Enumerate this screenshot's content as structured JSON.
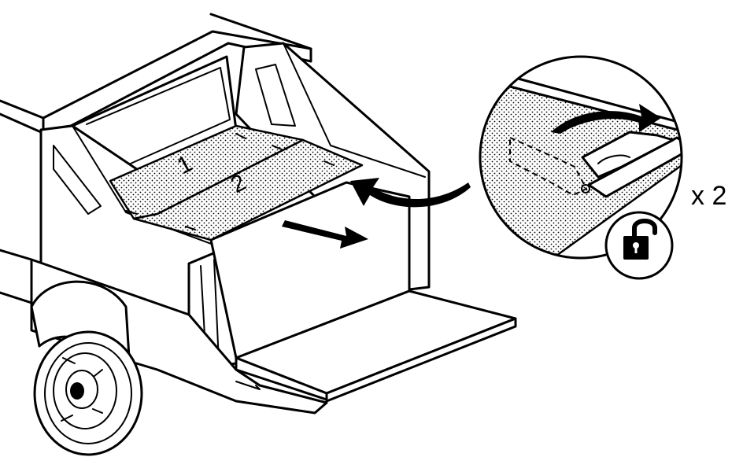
{
  "panels": {
    "panel_1_label": "1",
    "panel_2_label": "2"
  },
  "detail": {
    "quantity_label": "x 2"
  },
  "icons": {
    "unlock": "unlocked-padlock-icon",
    "rotate_arrow": "curved-arrow-icon",
    "slide_arrow": "straight-arrow-icon"
  }
}
